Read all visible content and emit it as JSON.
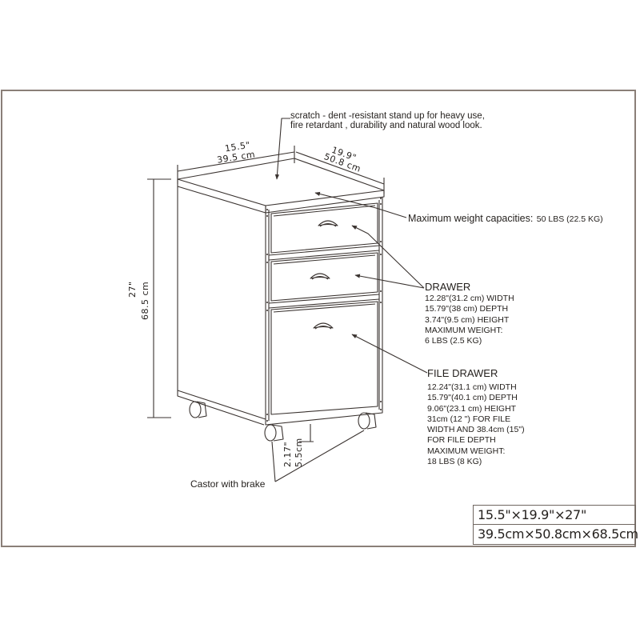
{
  "notes": {
    "top_finish_line1": "scratch - dent -resistant stand up for heavy use,",
    "top_finish_line2": "fire retardant , durability and natural wood look.",
    "max_capacity_label": "Maximum weight capacities:",
    "max_capacity_value": "50 LBS (22.5 KG)",
    "castor": "Castor with brake"
  },
  "dimensions": {
    "width_in": "15.5\"",
    "width_cm": "39.5  cm",
    "depth_in": "19.9\"",
    "depth_cm": "50.8  cm",
    "height_in": "27\"",
    "height_cm": "68.5  cm",
    "castor_in": "2.17\"",
    "castor_cm": "5.5cm"
  },
  "drawer": {
    "title": "DRAWER",
    "lines": [
      "12.28\"(31.2 cm) WIDTH",
      "15.79\"(38 cm) DEPTH",
      "3.74\"(9.5 cm) HEIGHT",
      "MAXIMUM WEIGHT:",
      "6 LBS (2.5 KG)"
    ]
  },
  "file_drawer": {
    "title": "FILE DRAWER",
    "lines": [
      "12.24\"(31.1 cm) WIDTH",
      "15.79\"(40.1 cm) DEPTH",
      "9.06\"(23.1 cm) HEIGHT",
      "31cm (12 \") FOR FILE",
      "WIDTH AND 38.4cm (15\")",
      "FOR FILE DEPTH",
      "MAXIMUM WEIGHT:",
      "18 LBS (8 KG)"
    ]
  },
  "overall_dimensions": {
    "imperial": "15.5\"×19.9\"×27\"",
    "metric": "39.5cm×50.8cm×68.5cm"
  },
  "colors": {
    "line": "#3a3330",
    "frame": "#8a7f78",
    "text": "#231f1c"
  }
}
